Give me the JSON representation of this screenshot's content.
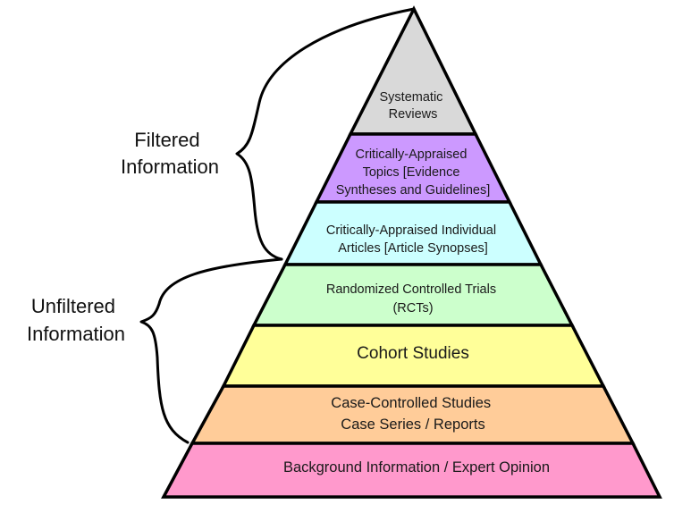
{
  "title": "Evidence pyramid",
  "groups": {
    "filtered": [
      "Filtered",
      "Information"
    ],
    "unfiltered": [
      "Unfiltered",
      "Information"
    ]
  },
  "tiers": [
    {
      "id": "systematic-reviews",
      "lines": [
        "Systematic",
        "Reviews"
      ],
      "color": "#d9d9d9"
    },
    {
      "id": "critically-appraised-topics",
      "lines": [
        "Critically-Appraised",
        "Topics [Evidence",
        "Syntheses and Guidelines]"
      ],
      "color": "#cc99ff"
    },
    {
      "id": "critically-appraised-articles",
      "lines": [
        "Critically-Appraised Individual",
        "Articles [Article Synopses]"
      ],
      "color": "#ccffff"
    },
    {
      "id": "randomized-controlled-trials",
      "lines": [
        "Randomized Controlled Trials",
        "(RCTs)"
      ],
      "color": "#ccffcc"
    },
    {
      "id": "cohort-studies",
      "lines": [
        "Cohort Studies"
      ],
      "color": "#ffff99"
    },
    {
      "id": "case-controlled-studies",
      "lines": [
        "Case-Controlled Studies",
        "Case Series / Reports"
      ],
      "color": "#ffcc99"
    },
    {
      "id": "background-information",
      "lines": [
        "Background Information / Expert Opinion"
      ],
      "color": "#ff99cc"
    }
  ],
  "colors": {
    "outline": "#000000",
    "text": "#1a1a1a"
  }
}
